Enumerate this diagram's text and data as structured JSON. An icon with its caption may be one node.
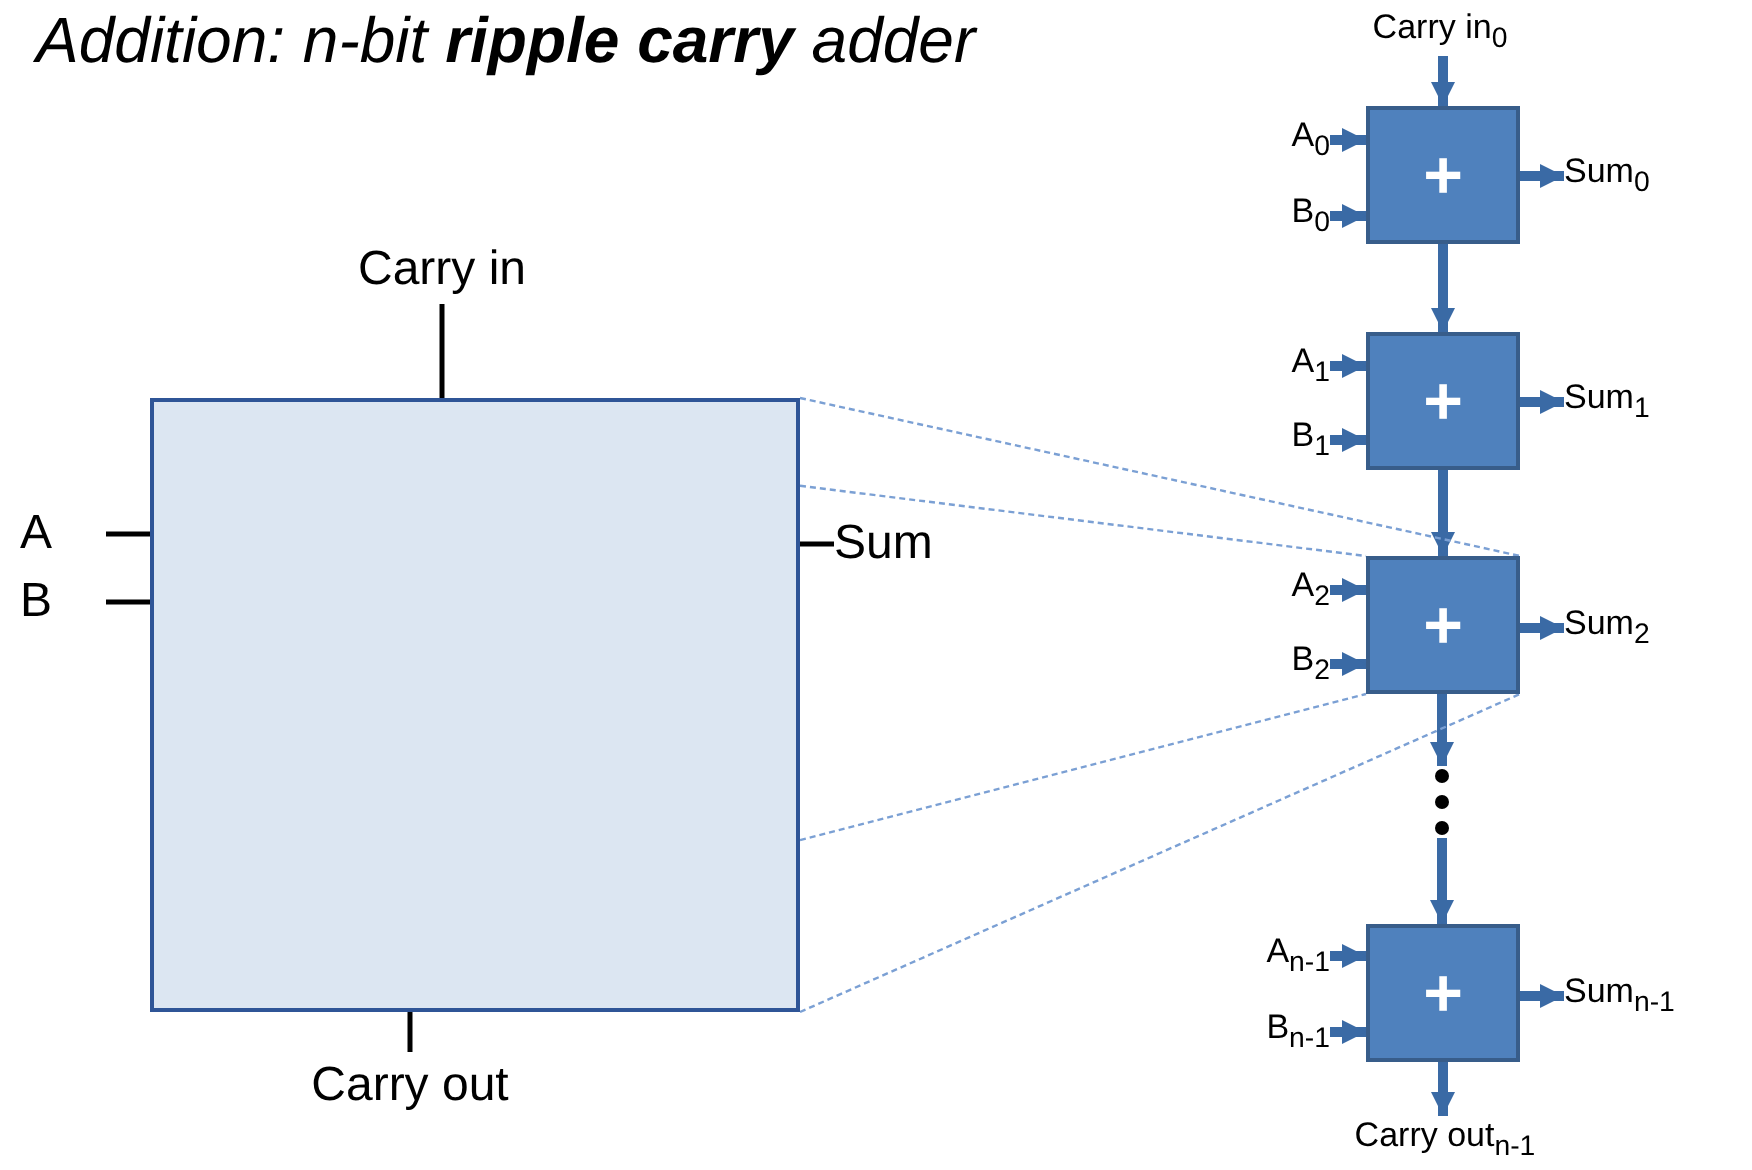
{
  "diagram": {
    "title": "Addition: n-bit **ripple carry** adder",
    "nodes": [
      {
        "text": [],
        "shape": "box"
      },
      {
        "text": [
          "Carry in"
        ]
      },
      {
        "text": [
          "A"
        ]
      },
      {
        "text": [
          "B"
        ]
      },
      {
        "text": [
          "Sum"
        ]
      },
      {
        "text": [
          "Carry out"
        ]
      },
      {
        "text": [
          "Carry in$_{0}$"
        ]
      },
      {
        "text": [
          "A$_{0}$"
        ]
      },
      {
        "text": [
          "B$_{0}$"
        ]
      },
      {
        "text": [
          "+"
        ]
      },
      {
        "text": [
          "Sum$_{0}$"
        ]
      },
      {
        "text": [
          "A$_{1}$"
        ]
      },
      {
        "text": [
          "B$_{1}$"
        ]
      },
      {
        "text": [
          "+"
        ]
      },
      {
        "text": [
          "Sum$_{1}$"
        ]
      },
      {
        "text": [
          "A$_{2}$"
        ]
      },
      {
        "text": [
          "B$_{2}$"
        ]
      },
      {
        "text": [
          "+"
        ]
      },
      {
        "text": [
          "Sum$_{2}$"
        ]
      },
      {
        "text": [],
        "shape": "dots"
      },
      {
        "text": [
          "A$_{n-1}$"
        ]
      },
      {
        "text": [
          "B$_{n-1}$"
        ]
      },
      {
        "text": [
          "+"
        ]
      },
      {
        "text": [
          "Sum$_{n-1}$"
        ]
      },
      {
        "text": [
          "Carry out$_{n-1}$"
        ]
      }
    ],
    "edges": [
      {
        "from": 1,
        "to": 0,
        "arrow": "none",
        "color": "#000000"
      },
      {
        "from": 2,
        "to": 0,
        "arrow": "none",
        "color": "#000000"
      },
      {
        "from": 3,
        "to": 0,
        "arrow": "none",
        "color": "#000000"
      },
      {
        "from": 0,
        "to": 4,
        "arrow": "none",
        "color": "#000000"
      },
      {
        "from": 0,
        "to": 5,
        "arrow": "none",
        "color": "#000000"
      },
      {
        "from": 6,
        "to": 9,
        "arrow": "to"
      },
      {
        "from": 7,
        "to": 9,
        "arrow": "to"
      },
      {
        "from": 8,
        "to": 9,
        "arrow": "to"
      },
      {
        "from": 9,
        "to": 10,
        "arrow": "to"
      },
      {
        "from": 9,
        "to": 13,
        "arrow": "to"
      },
      {
        "from": 11,
        "to": 13,
        "arrow": "to"
      },
      {
        "from": 12,
        "to": 13,
        "arrow": "to"
      },
      {
        "from": 13,
        "to": 14,
        "arrow": "to"
      },
      {
        "from": 13,
        "to": 17,
        "arrow": "to"
      },
      {
        "from": 15,
        "to": 17,
        "arrow": "to"
      },
      {
        "from": 16,
        "to": 17,
        "arrow": "to"
      },
      {
        "from": 17,
        "to": 18,
        "arrow": "to"
      },
      {
        "from": 17,
        "to": 19,
        "arrow": "to"
      },
      {
        "from": 19,
        "to": 22,
        "arrow": "to"
      },
      {
        "from": 20,
        "to": 22,
        "arrow": "to"
      },
      {
        "from": 21,
        "to": 22,
        "arrow": "to"
      },
      {
        "from": 22,
        "to": 23,
        "arrow": "to"
      },
      {
        "from": 22,
        "to": 24,
        "arrow": "to"
      },
      {
        "from": 0,
        "to": 17,
        "arrow": "none",
        "style": "dashed",
        "color": "#7ba0d4"
      },
      {
        "from": 0,
        "to": 17,
        "arrow": "none",
        "style": "dashed",
        "color": "#7ba0d4"
      },
      {
        "from": 0,
        "to": 17,
        "arrow": "none",
        "style": "dashed",
        "color": "#7ba0d4"
      },
      {
        "from": 0,
        "to": 17,
        "arrow": "none",
        "style": "dashed",
        "color": "#7ba0d4"
      }
    ]
  }
}
